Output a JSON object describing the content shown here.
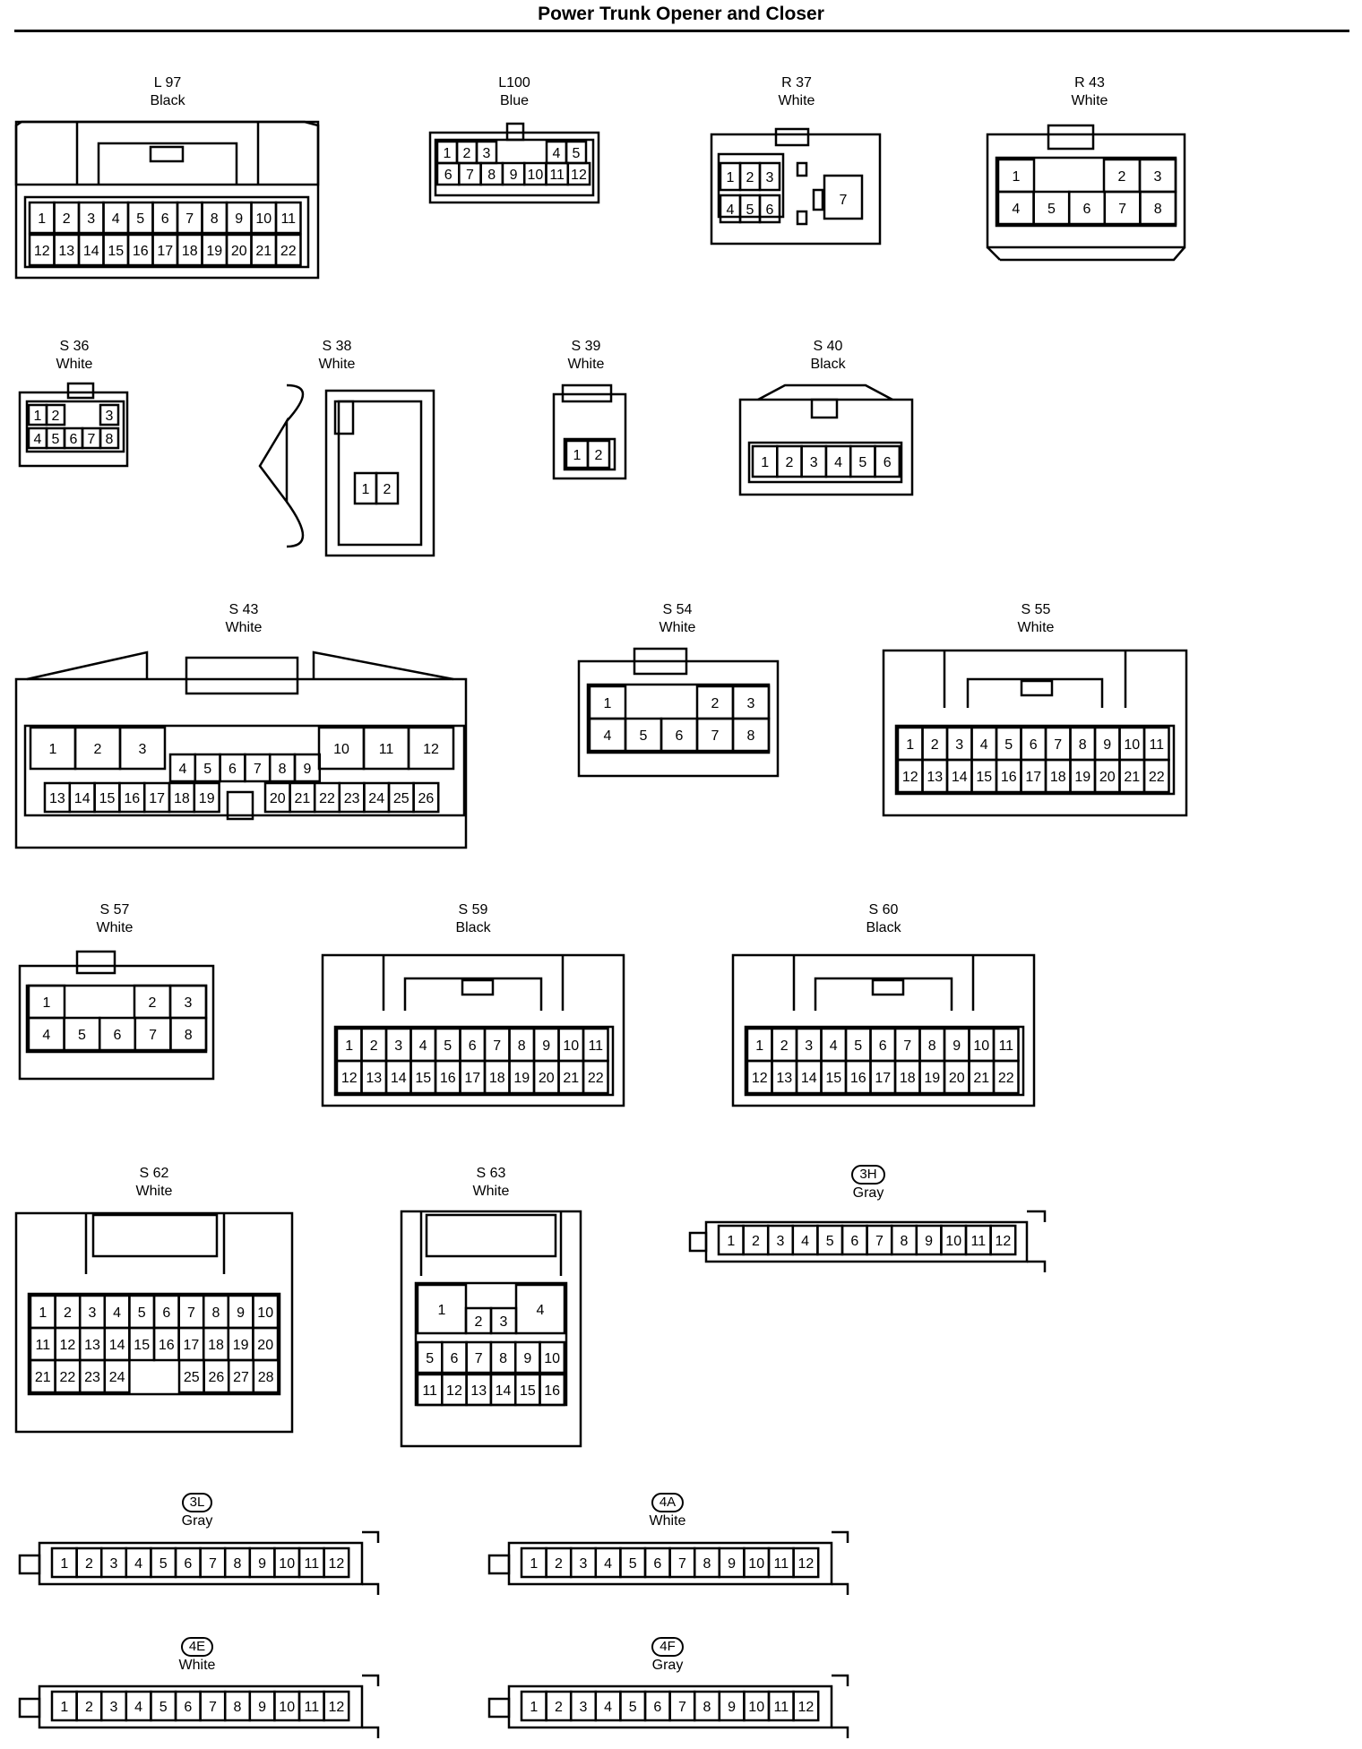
{
  "title": "Power Trunk Opener and Closer",
  "connectors": [
    {
      "id": "L 97",
      "color": "Black",
      "badge": false
    },
    {
      "id": "L100",
      "color": "Blue",
      "badge": false
    },
    {
      "id": "R 37",
      "color": "White",
      "badge": false
    },
    {
      "id": "R 43",
      "color": "White",
      "badge": false
    },
    {
      "id": "S 36",
      "color": "White",
      "badge": false
    },
    {
      "id": "S 38",
      "color": "White",
      "badge": false
    },
    {
      "id": "S 39",
      "color": "White",
      "badge": false
    },
    {
      "id": "S 40",
      "color": "Black",
      "badge": false
    },
    {
      "id": "S 43",
      "color": "White",
      "badge": false
    },
    {
      "id": "S 54",
      "color": "White",
      "badge": false
    },
    {
      "id": "S 55",
      "color": "White",
      "badge": false
    },
    {
      "id": "S 57",
      "color": "White",
      "badge": false
    },
    {
      "id": "S 59",
      "color": "Black",
      "badge": false
    },
    {
      "id": "S 60",
      "color": "Black",
      "badge": false
    },
    {
      "id": "S 62",
      "color": "White",
      "badge": false
    },
    {
      "id": "S 63",
      "color": "White",
      "badge": false
    },
    {
      "id": "3H",
      "color": "Gray",
      "badge": true
    },
    {
      "id": "3L",
      "color": "Gray",
      "badge": true
    },
    {
      "id": "4A",
      "color": "White",
      "badge": true
    },
    {
      "id": "4E",
      "color": "White",
      "badge": true
    },
    {
      "id": "4F",
      "color": "Gray",
      "badge": true
    }
  ]
}
